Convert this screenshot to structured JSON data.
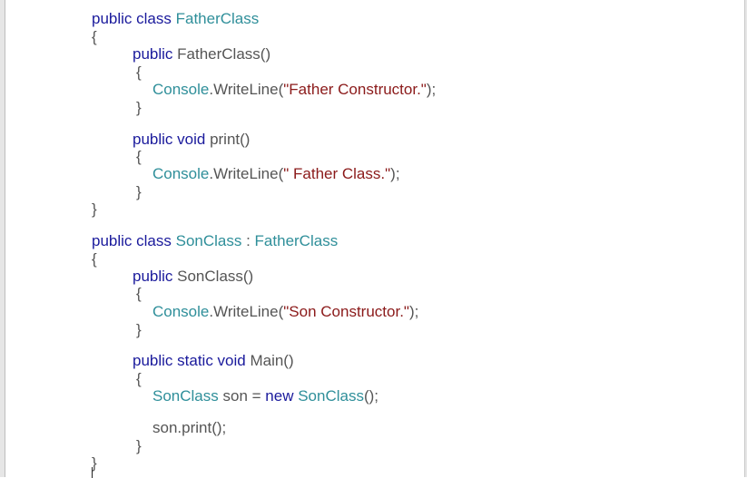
{
  "editor": {
    "colors": {
      "keyword": "#1a1a9c",
      "type": "#2f8f9a",
      "string": "#8b1a1a",
      "plain": "#555555"
    },
    "lines": [
      {
        "tokens": [
          {
            "t": "kw",
            "v": "public class "
          },
          {
            "t": "ty",
            "v": "FatherClass"
          }
        ]
      },
      {
        "tokens": [
          {
            "t": "pl",
            "v": "{"
          }
        ]
      },
      {
        "tokens": [
          {
            "t": "kw",
            "v": "public "
          },
          {
            "t": "pl",
            "v": "FatherClass()"
          }
        ]
      },
      {
        "tokens": [
          {
            "t": "pl",
            "v": "{"
          }
        ]
      },
      {
        "tokens": [
          {
            "t": "ty",
            "v": "Console"
          },
          {
            "t": "pl",
            "v": ".WriteLine("
          },
          {
            "t": "st",
            "v": "\"Father Constructor.\""
          },
          {
            "t": "pl",
            "v": ");"
          }
        ]
      },
      {
        "tokens": [
          {
            "t": "pl",
            "v": "}"
          }
        ]
      },
      {
        "tokens": [
          {
            "t": "kw",
            "v": "public void "
          },
          {
            "t": "pl",
            "v": "print()"
          }
        ]
      },
      {
        "tokens": [
          {
            "t": "pl",
            "v": "{"
          }
        ]
      },
      {
        "tokens": [
          {
            "t": "ty",
            "v": "Console"
          },
          {
            "t": "pl",
            "v": ".WriteLine("
          },
          {
            "t": "st",
            "v": "\" Father Class.\""
          },
          {
            "t": "pl",
            "v": ");"
          }
        ]
      },
      {
        "tokens": [
          {
            "t": "pl",
            "v": "}"
          }
        ]
      },
      {
        "tokens": [
          {
            "t": "pl",
            "v": "}"
          }
        ]
      },
      {
        "tokens": [
          {
            "t": "kw",
            "v": "public class "
          },
          {
            "t": "ty",
            "v": "SonClass"
          },
          {
            "t": "pl",
            "v": " : "
          },
          {
            "t": "ty",
            "v": "FatherClass"
          }
        ]
      },
      {
        "tokens": [
          {
            "t": "pl",
            "v": "{"
          }
        ]
      },
      {
        "tokens": [
          {
            "t": "kw",
            "v": "public "
          },
          {
            "t": "pl",
            "v": "SonClass()"
          }
        ]
      },
      {
        "tokens": [
          {
            "t": "pl",
            "v": "{"
          }
        ]
      },
      {
        "tokens": [
          {
            "t": "ty",
            "v": "Console"
          },
          {
            "t": "pl",
            "v": ".WriteLine("
          },
          {
            "t": "st",
            "v": "\"Son Constructor.\""
          },
          {
            "t": "pl",
            "v": ");"
          }
        ]
      },
      {
        "tokens": [
          {
            "t": "pl",
            "v": "}"
          }
        ]
      },
      {
        "tokens": [
          {
            "t": "kw",
            "v": "public static void "
          },
          {
            "t": "pl",
            "v": "Main()"
          }
        ]
      },
      {
        "tokens": [
          {
            "t": "pl",
            "v": "{"
          }
        ]
      },
      {
        "tokens": [
          {
            "t": "ty",
            "v": "SonClass"
          },
          {
            "t": "pl",
            "v": " son = "
          },
          {
            "t": "kw",
            "v": "new "
          },
          {
            "t": "ty",
            "v": "SonClass"
          },
          {
            "t": "pl",
            "v": "();"
          }
        ]
      },
      {
        "tokens": [
          {
            "t": "pl",
            "v": "son.print();"
          }
        ]
      },
      {
        "tokens": [
          {
            "t": "pl",
            "v": "}"
          }
        ]
      },
      {
        "tokens": [
          {
            "t": "pl",
            "v": "}"
          }
        ]
      }
    ]
  }
}
